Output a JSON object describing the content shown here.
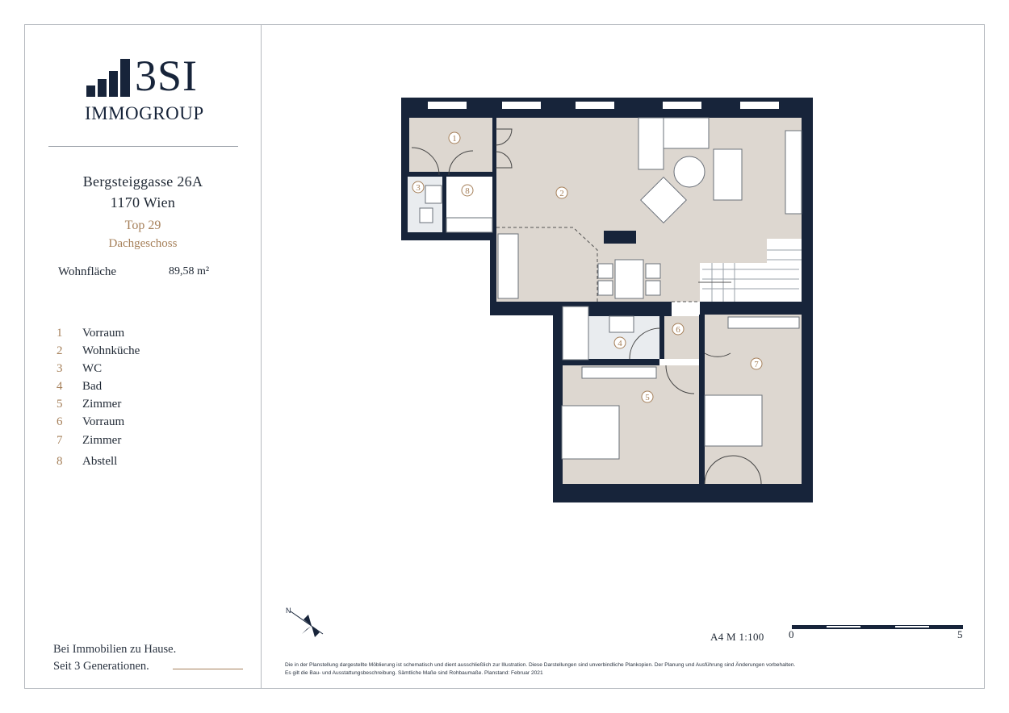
{
  "brand": {
    "name": "3SI",
    "sub": "IMMOGROUP"
  },
  "address": {
    "street": "Bergsteiggasse 26A",
    "city": "1170 Wien"
  },
  "unit": {
    "top": "Top 29",
    "floor": "Dachgeschoss"
  },
  "area": {
    "label": "Wohnfläche",
    "value": "89,58 m²"
  },
  "rooms": [
    {
      "num": "1",
      "name": "Vorraum"
    },
    {
      "num": "2",
      "name": "Wohnküche"
    },
    {
      "num": "3",
      "name": "WC"
    },
    {
      "num": "4",
      "name": "Bad"
    },
    {
      "num": "5",
      "name": "Zimmer"
    },
    {
      "num": "6",
      "name": "Vorraum"
    },
    {
      "num": "7",
      "name": "Zimmer"
    },
    {
      "num": "8",
      "name": "Abstell"
    }
  ],
  "slogan": {
    "line1": "Bei Immobilien zu Hause.",
    "line2": "Seit 3 Generationen."
  },
  "compass": {
    "label": "N"
  },
  "scale": {
    "text": "A4  M 1:100",
    "start": "0",
    "end": "5"
  },
  "disclaimer": "Die in der Planstellung dargestellte Möblierung ist schematisch und dient ausschließlich zur Illustration. Diese Darstellungen sind unverbindliche Plankopien. Der Planung und Ausführung sind Änderungen vorbehalten. Es gilt die Bau- und Ausstattungsbeschreibung. Sämtliche Maße sind Rohbaumaße. Planstand: Februar 2021",
  "colors": {
    "navy": "#17243a",
    "accent": "#a6805a",
    "floor": "#ddd7d0",
    "wall": "#17243a"
  }
}
